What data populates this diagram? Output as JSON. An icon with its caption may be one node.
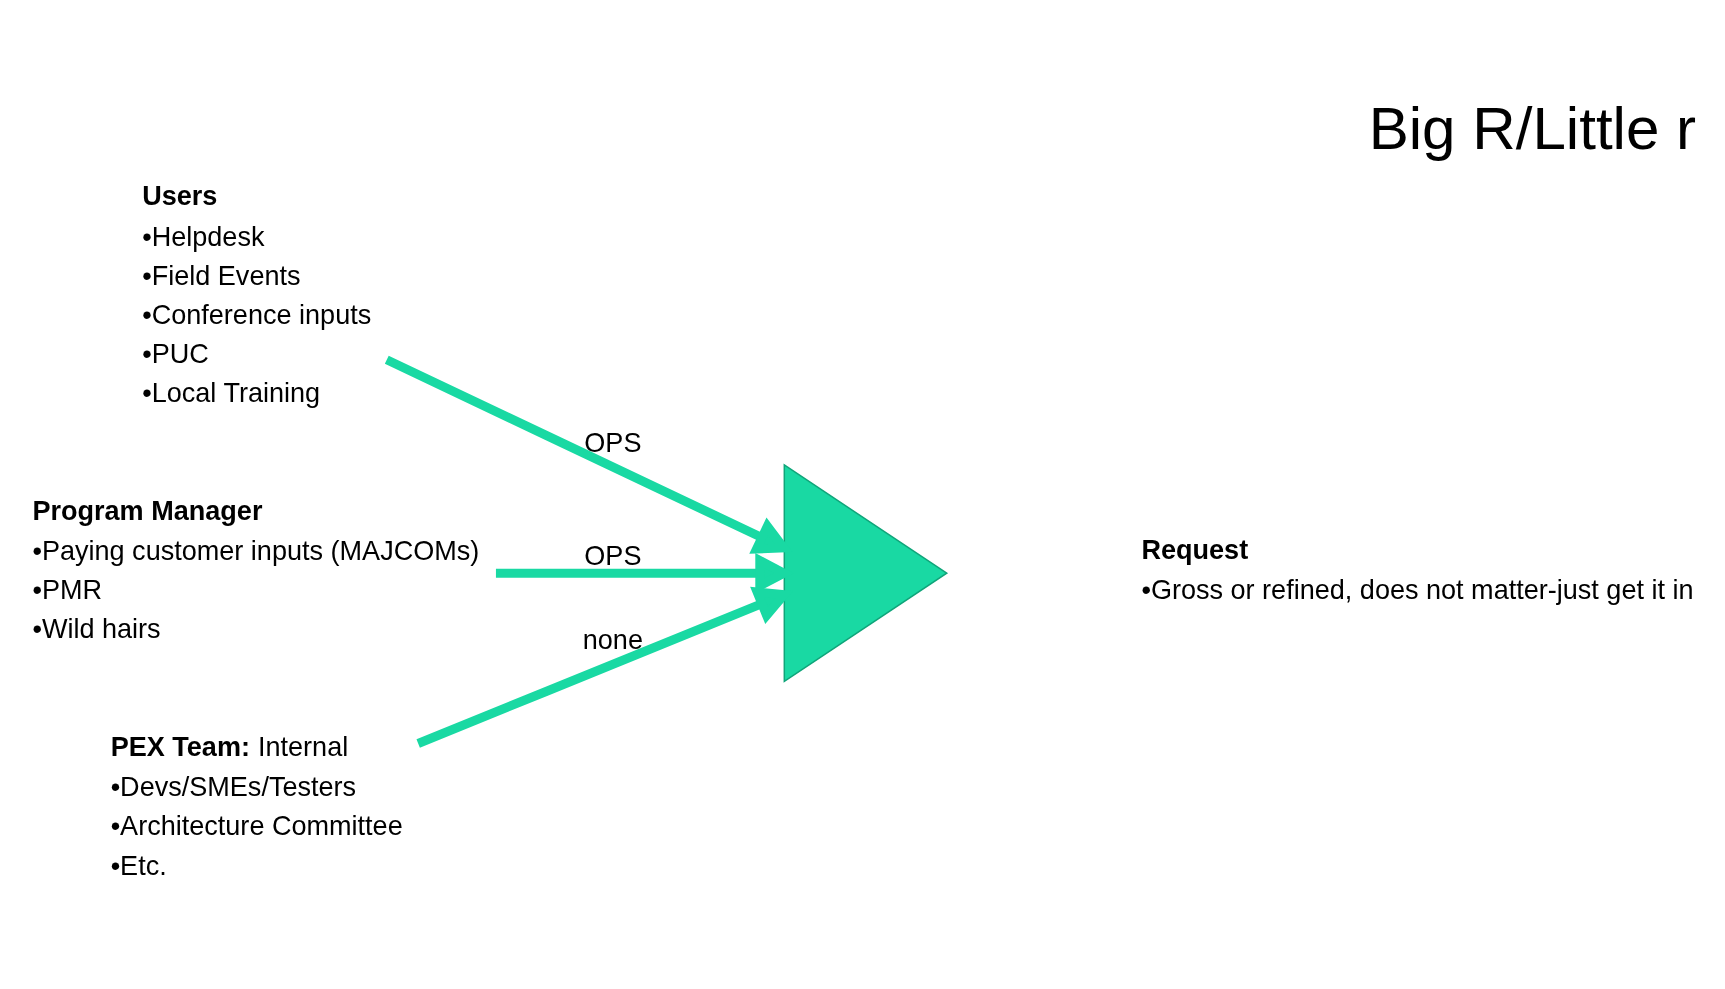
{
  "diagram": {
    "title": "Big R/Little r",
    "nodes": [
      {
        "text": [
          "Users",
          "•Helpdesk",
          "•Field Events",
          "•Conference inputs",
          "•PUC",
          "•Local Training"
        ]
      },
      {
        "text": [
          "Program Manager",
          "•Paying customer inputs (MAJCOMs)",
          "•PMR",
          "•Wild hairs"
        ]
      },
      {
        "text": [
          "**PEX Team:**  Internal",
          "•Devs/SMEs/Testers",
          "•Architecture Committee",
          "•Etc."
        ]
      },
      {
        "text": [],
        "shape": "triangle"
      },
      {
        "text": [
          "Request",
          "•Gross or refined, does not matter-just get it in"
        ]
      }
    ],
    "edges": [
      {
        "from": 0,
        "to": 3,
        "arrow": "to",
        "label": "OPS"
      },
      {
        "from": 1,
        "to": 3,
        "arrow": "to",
        "label": "OPS"
      },
      {
        "from": 2,
        "to": 3,
        "arrow": "to",
        "label": "none"
      }
    ]
  }
}
